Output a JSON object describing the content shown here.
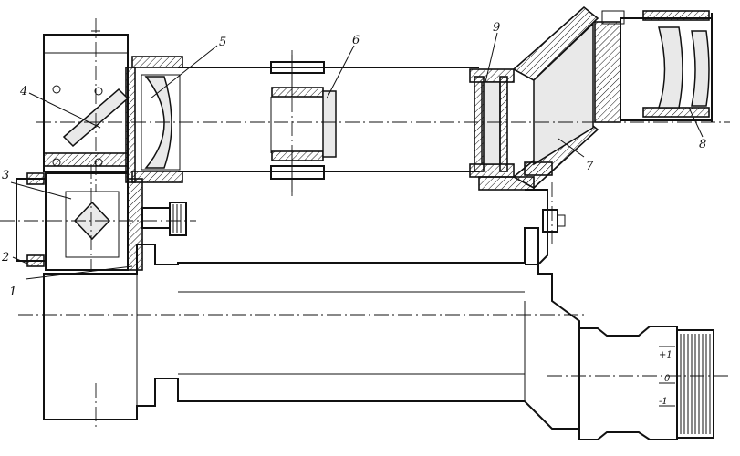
{
  "callouts": {
    "c1": "1",
    "c2": "2",
    "c3": "3",
    "c4": "4",
    "c5": "5",
    "c6": "6",
    "c7": "7",
    "c8": "8",
    "c9": "9"
  },
  "scale_marks": {
    "plus": "+1",
    "zero": "0",
    "minus": "-1"
  }
}
